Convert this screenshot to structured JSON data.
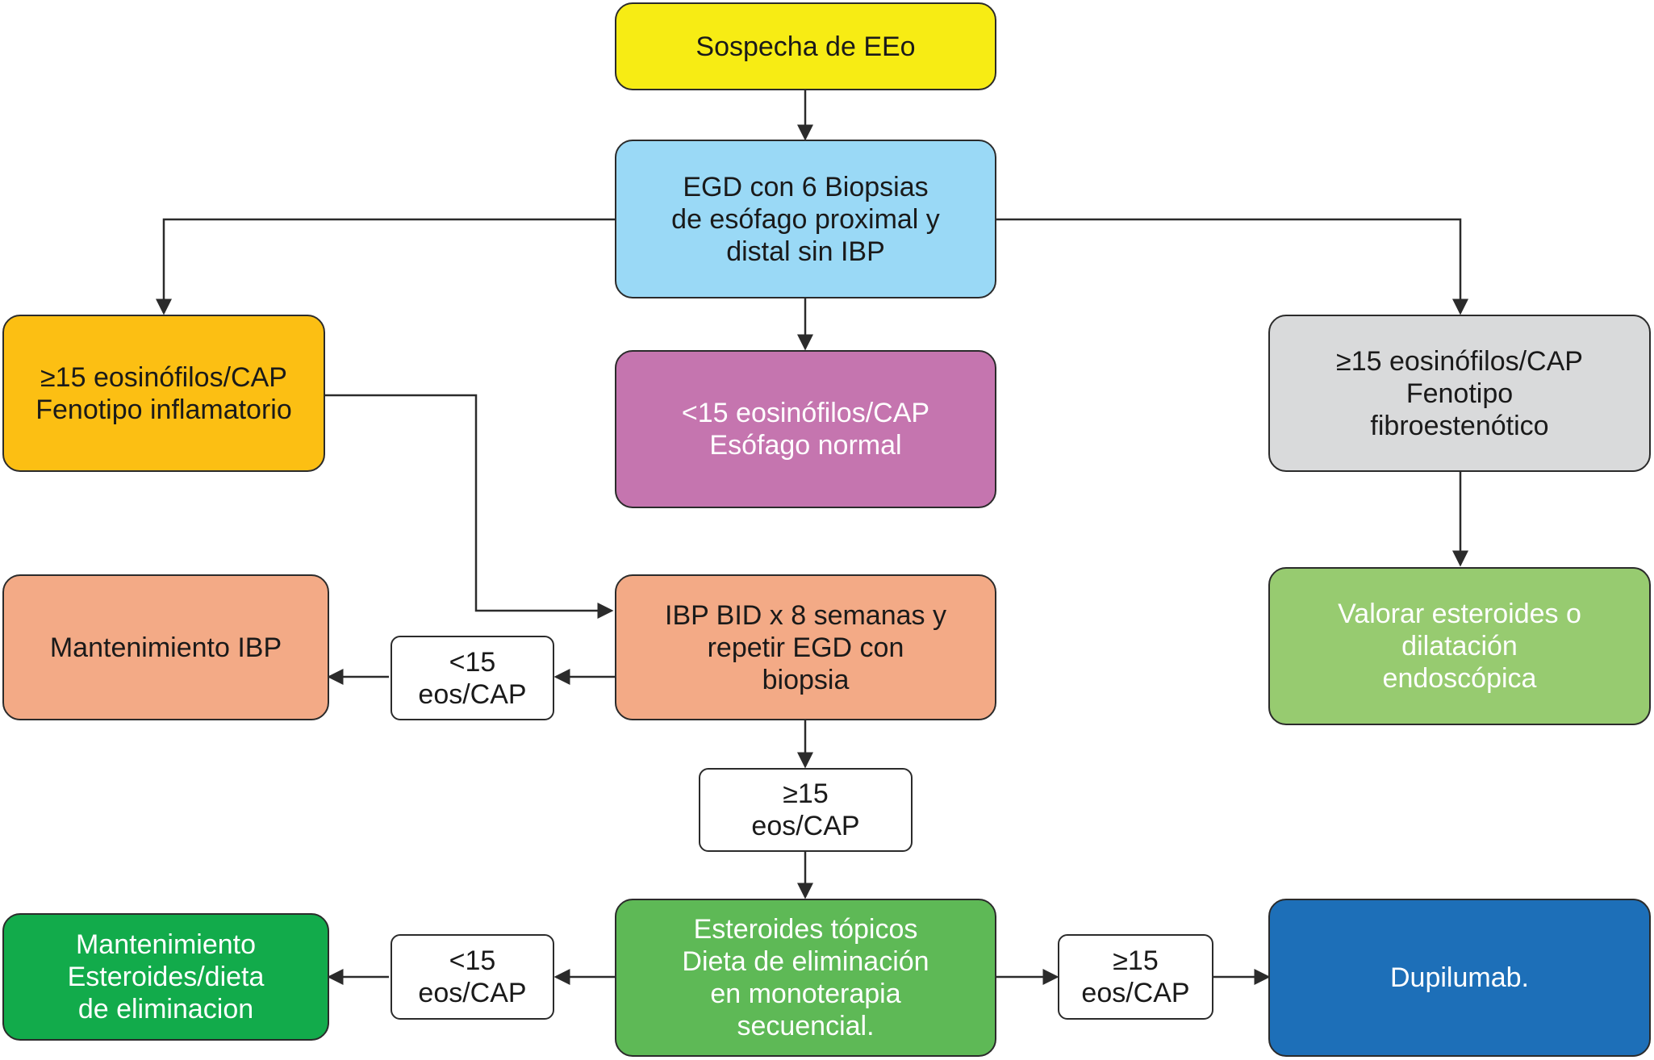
{
  "nodes": {
    "sospecha": {
      "text": "Sospecha de EEo",
      "color": "#f7ec14"
    },
    "egd": {
      "text": "EGD con 6 Biopsias\nde esófago proximal y\ndistal sin IBP",
      "color": "#9ad9f6"
    },
    "inflamatorio": {
      "text": "≥15 eosinófilos/CAP\nFenotipo inflamatorio",
      "color": "#fcbf13"
    },
    "normal": {
      "text": "<15 eosinófilos/CAP\nEsófago normal",
      "color": "#c575af"
    },
    "fibroestenotico": {
      "text": "≥15 eosinófilos/CAP\nFenotipo\nfibroestenótico",
      "color": "#d9dadb"
    },
    "mantenimiento_ibp": {
      "text": "Mantenimiento IBP",
      "color": "#f3aa86"
    },
    "ibp_bid": {
      "text": "IBP BID x 8 semanas y\nrepetir EGD con\nbiopsia",
      "color": "#f3aa86"
    },
    "valorar": {
      "text": "Valorar esteroides o\ndilatación\nendoscópica",
      "color": "#97cb70"
    },
    "mantenimiento_esteroides": {
      "text": "Mantenimiento\nEsteroides/dieta\nde eliminacion",
      "color": "#12ab4b"
    },
    "esteroides_topicos": {
      "text": "Esteroides tópicos\nDieta de eliminación\nen monoterapia\nsecuencial.",
      "color": "#5eb956"
    },
    "dupilumab": {
      "text": "Dupilumab.",
      "color": "#1d6fb8"
    }
  },
  "labels": {
    "lt15_top": "<15\neos/CAP",
    "ge15_mid": "≥15\neos/CAP",
    "lt15_bottom": "<15\neos/CAP",
    "ge15_bottom": "≥15\neos/CAP"
  },
  "connector_color": "#2b2b2b"
}
